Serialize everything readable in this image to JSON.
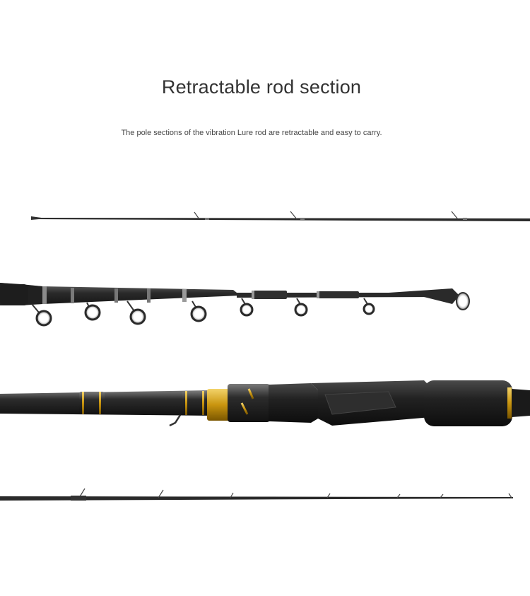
{
  "header": {
    "title": "Retractable rod section",
    "subtitle": "The pole sections of the vibration Lure rod are retractable and easy to carry."
  },
  "colors": {
    "background": "#ffffff",
    "title_text": "#333333",
    "blank": "#2a2a2a",
    "guide_ring": "#b8b8b8",
    "gold_trim": "#d4a21a",
    "eva_grip": "#1e1e1e"
  },
  "images": [
    {
      "name": "telescopic-tip-section-photo"
    },
    {
      "name": "collapsed-sections-with-guides-photo"
    },
    {
      "name": "reel-seat-and-handle-photo"
    },
    {
      "name": "full-rod-extended-photo"
    }
  ]
}
